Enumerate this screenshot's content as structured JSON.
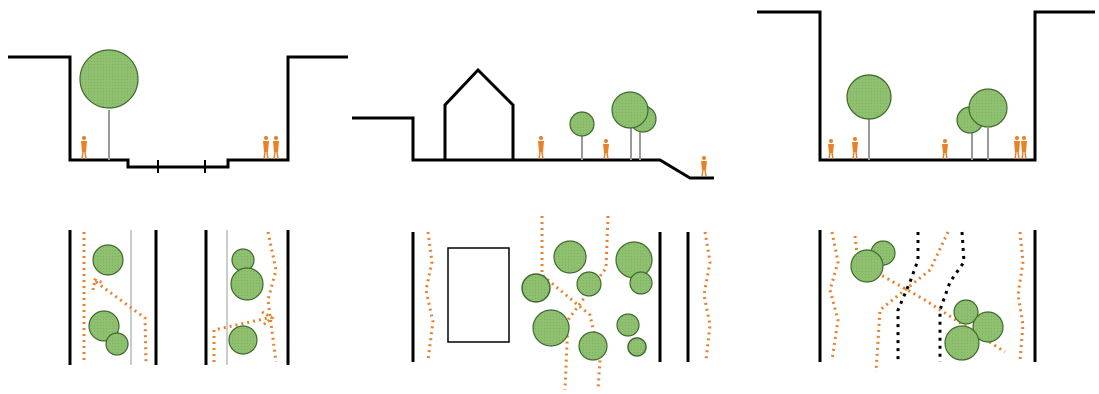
{
  "colors": {
    "tree_fill": "#8fc06f",
    "tree_stroke": "#3f6a2e",
    "wall": "#000000",
    "path": "#e8822a",
    "person": "#e8822a",
    "trunk": "#9a9a9a",
    "grid_dots": "#000000"
  },
  "panels": [
    {
      "id": "section-left",
      "kind": "section",
      "elements": [
        "walls",
        "tree",
        "people"
      ]
    },
    {
      "id": "section-middle",
      "kind": "section",
      "elements": [
        "house",
        "trees",
        "people",
        "slope"
      ]
    },
    {
      "id": "section-right",
      "kind": "section",
      "elements": [
        "walls",
        "trees",
        "people"
      ]
    },
    {
      "id": "plan-left",
      "kind": "plan",
      "elements": [
        "walls",
        "trees",
        "paths"
      ]
    },
    {
      "id": "plan-middle",
      "kind": "plan",
      "elements": [
        "house",
        "trees",
        "paths"
      ]
    },
    {
      "id": "plan-right",
      "kind": "plan",
      "elements": [
        "walls",
        "trees",
        "paths"
      ]
    }
  ],
  "icons": [
    "person-icon",
    "tree-icon",
    "house-icon"
  ]
}
